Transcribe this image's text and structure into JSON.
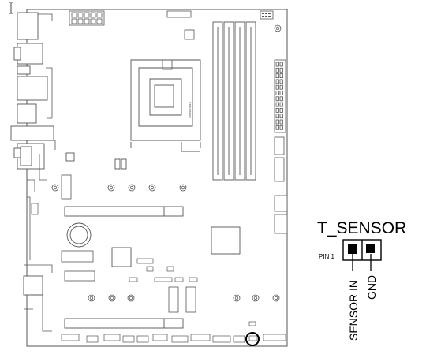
{
  "callout": {
    "title": "T_SENSOR",
    "pin1_label": "PIN 1",
    "pins": [
      "SENSOR IN",
      "GND"
    ]
  },
  "board": {
    "chip_label": "Seasonal15",
    "cursor": "text-cursor"
  },
  "colors": {
    "line": "#555555",
    "ink": "#000000",
    "highlight": "#000000"
  }
}
